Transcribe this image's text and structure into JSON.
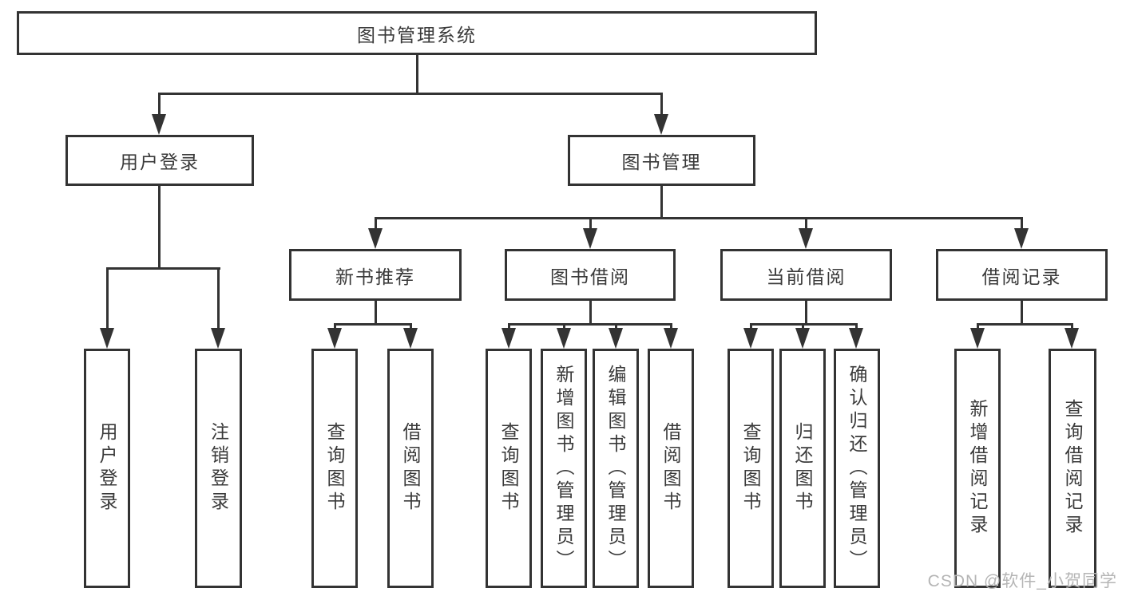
{
  "tree": {
    "label": "图书管理系统",
    "children": [
      {
        "label": "用户登录",
        "children": [
          {
            "label": "用户登录"
          },
          {
            "label": "注销登录"
          }
        ]
      },
      {
        "label": "图书管理",
        "children": [
          {
            "label": "新书推荐",
            "children": [
              {
                "label": "查询图书"
              },
              {
                "label": "借阅图书"
              }
            ]
          },
          {
            "label": "图书借阅",
            "children": [
              {
                "label": "查询图书"
              },
              {
                "label": "新增图书（管理员）"
              },
              {
                "label": "编辑图书（管理员）"
              },
              {
                "label": "借阅图书"
              }
            ]
          },
          {
            "label": "当前借阅",
            "children": [
              {
                "label": "查询图书"
              },
              {
                "label": "归还图书"
              },
              {
                "label": "确认归还（管理员）"
              }
            ]
          },
          {
            "label": "借阅记录",
            "children": [
              {
                "label": "新增借阅记录"
              },
              {
                "label": "查询借阅记录"
              }
            ]
          }
        ]
      }
    ]
  },
  "watermark": "CSDN @软件_小贺同学",
  "colors": {
    "line": "#333333",
    "text": "#3a3a3a",
    "background": "#ffffff",
    "watermark": "#b5b5b5"
  }
}
